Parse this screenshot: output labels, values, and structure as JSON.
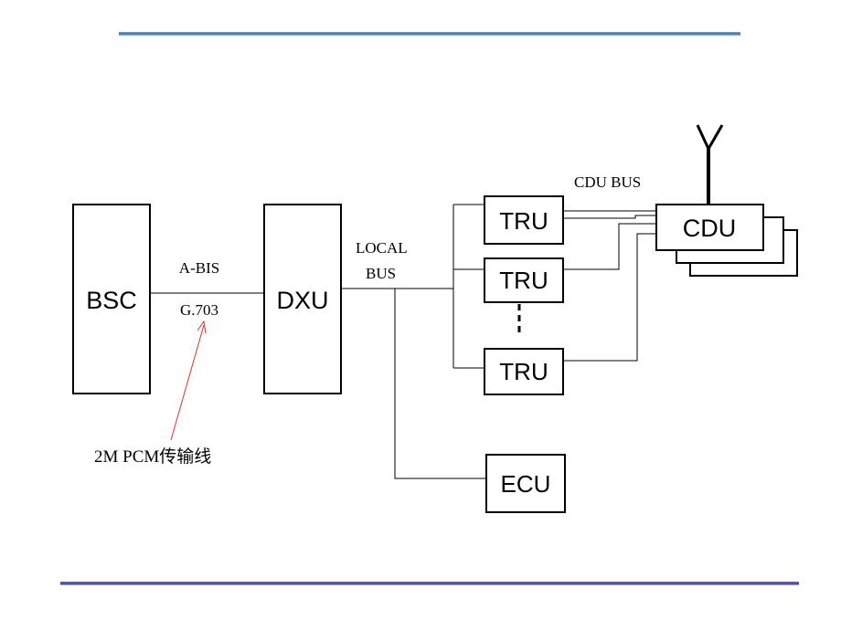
{
  "blocks": {
    "bsc": "BSC",
    "dxu": "DXU",
    "tru1": "TRU",
    "tru2": "TRU",
    "tru3": "TRU",
    "ecu": "ECU",
    "cdu": "CDU"
  },
  "labels": {
    "abis": "A-BIS",
    "g703": "G.703",
    "local": "LOCAL",
    "bus": "BUS",
    "cdu_bus": "CDU BUS",
    "pcm": "2M PCM传输线"
  },
  "colors": {
    "top_rule": "#2f75b5",
    "bottom_rule": "#3a3aa0",
    "arrow": "#e03030",
    "line": "#000000"
  }
}
